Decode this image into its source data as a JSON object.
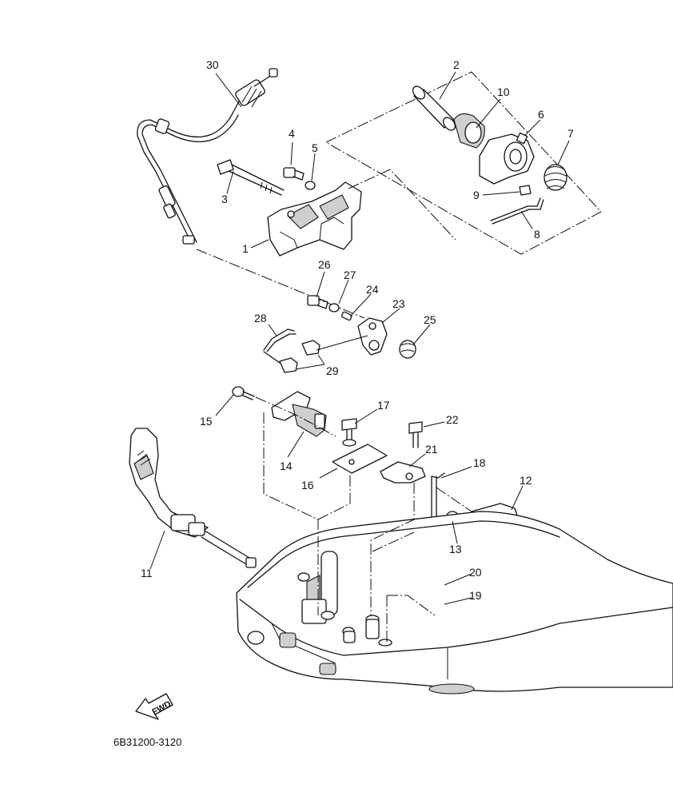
{
  "diagram": {
    "callouts": {
      "c1": "1",
      "c2": "2",
      "c3": "3",
      "c4": "4",
      "c5": "5",
      "c6": "6",
      "c7": "7",
      "c8": "8",
      "c9": "9",
      "c10": "10",
      "c11": "11",
      "c12": "12",
      "c13": "13",
      "c14": "14",
      "c15": "15",
      "c16": "16",
      "c17": "17",
      "c18": "18",
      "c19": "19",
      "c20": "20",
      "c21": "21",
      "c22": "22",
      "c23": "23",
      "c24": "24",
      "c25": "25",
      "c26": "26",
      "c27": "27",
      "c28": "28",
      "c29": "29",
      "c30": "30"
    },
    "fwd_label": "FWD",
    "drawing_code": "6B31200-3120"
  }
}
